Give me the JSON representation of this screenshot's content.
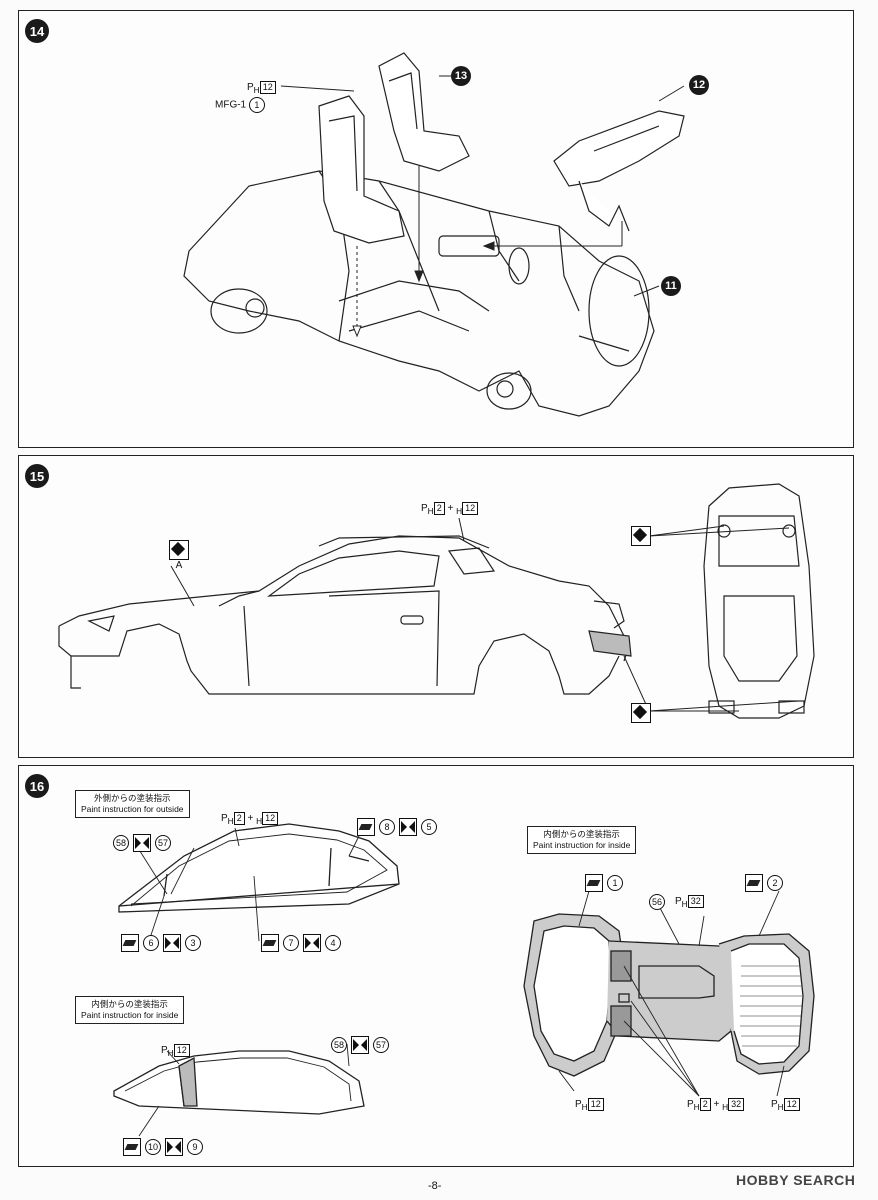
{
  "steps": [
    {
      "number": "14"
    },
    {
      "number": "15"
    },
    {
      "number": "16"
    }
  ],
  "step14": {
    "seat_paint_code": "12",
    "seat_part": "MFG-1",
    "seat_part_circle": "1",
    "callouts": [
      "13",
      "12",
      "11"
    ]
  },
  "step15": {
    "paint_codes": [
      "2",
      "12"
    ],
    "plus": "+",
    "glue_label": "A"
  },
  "step16": {
    "outside": {
      "jp": "外側からの塗装指示",
      "en": "Paint instruction for outside",
      "top_codes": [
        "2",
        "12"
      ],
      "plus": "+",
      "left": {
        "a": "58",
        "b": "57"
      },
      "right": {
        "a": "8",
        "b": "5"
      },
      "bottom_left": {
        "a": "6",
        "b": "3"
      },
      "bottom_mid": {
        "a": "7",
        "b": "4"
      }
    },
    "inside_small": {
      "jp": "内側からの塗装指示",
      "en": "Paint instruction for inside",
      "code": "12",
      "right": {
        "a": "58",
        "b": "57"
      },
      "bottom": {
        "a": "10",
        "b": "9"
      }
    },
    "inside_large": {
      "jp": "内側からの塗装指示",
      "en": "Paint instruction for inside",
      "left": "1",
      "right": "2",
      "center_num": "56",
      "center_code": "32",
      "bottom_left_code": "12",
      "bottom_mid_codes": [
        "2",
        "32"
      ],
      "plus": "+",
      "bottom_right_code": "12"
    }
  },
  "footer": {
    "page": "-8-",
    "watermark": "HOBBY SEARCH"
  }
}
